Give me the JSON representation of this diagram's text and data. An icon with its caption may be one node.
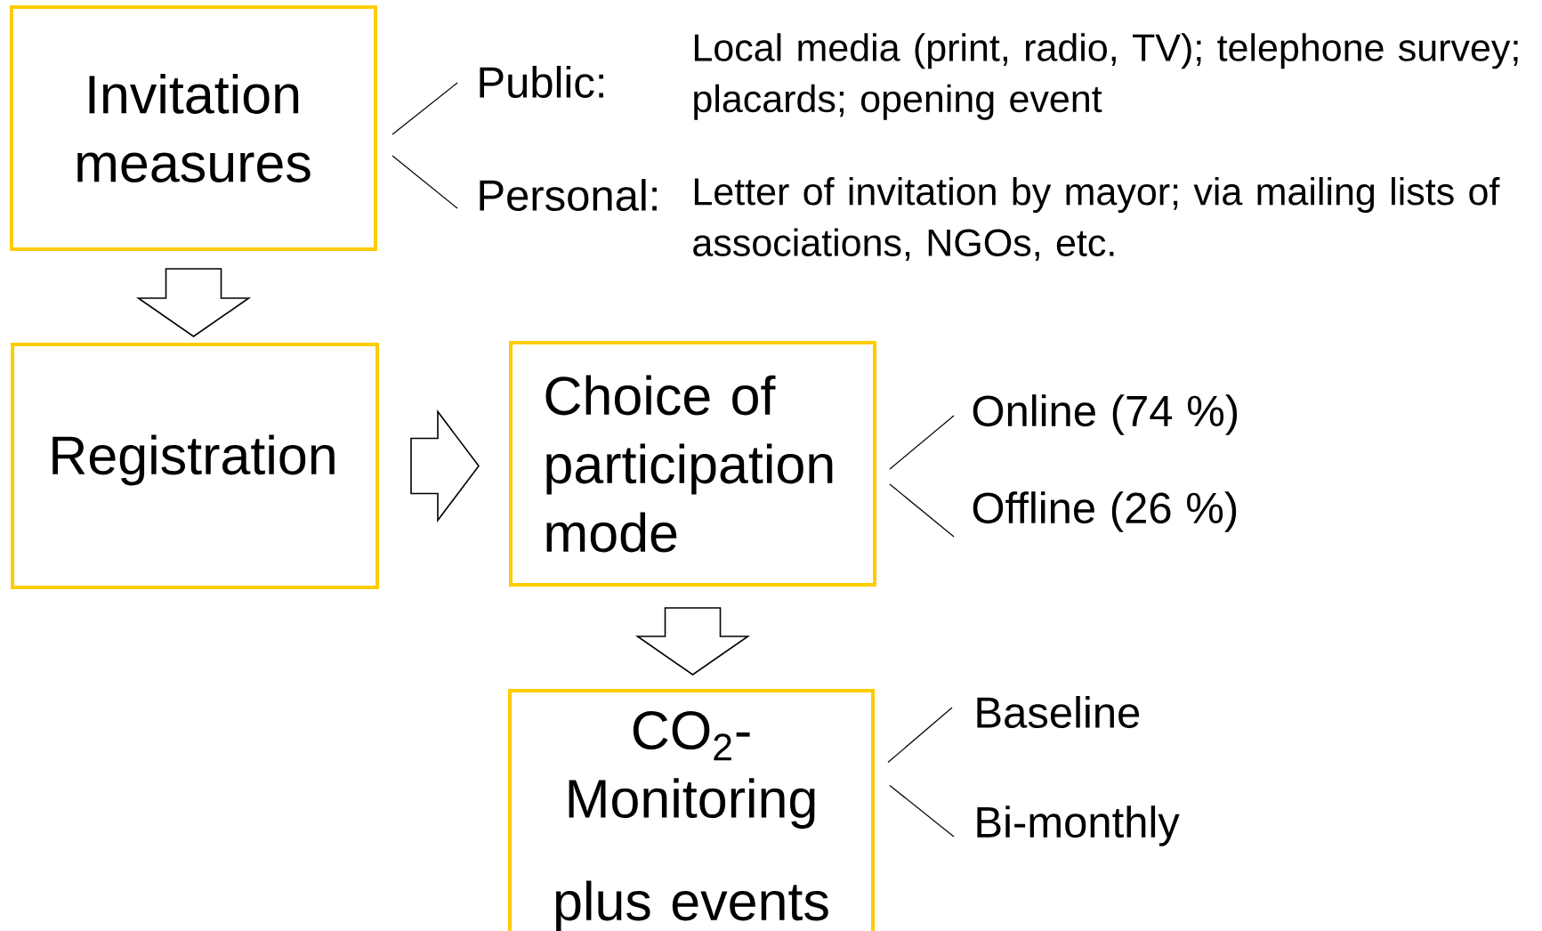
{
  "diagram": {
    "nodes": [
      {
        "text": [
          "Invitation measures"
        ]
      },
      {
        "text": [
          "Public:"
        ],
        "beside": [
          "Local media (print, radio, TV); telephone survey; placards; opening event"
        ]
      },
      {
        "text": [
          "Personal:"
        ],
        "beside": [
          "Letter of invitation by mayor; via mailing lists of associations, NGOs, etc."
        ]
      },
      {
        "text": [
          "Registration"
        ]
      },
      {
        "text": [
          "Choice of participation mode"
        ]
      },
      {
        "text": [
          "Online (74 %)"
        ]
      },
      {
        "text": [
          "Offline (26 %)"
        ]
      },
      {
        "text": [
          "CO$_{2}$- Monitoring",
          "plus events"
        ]
      },
      {
        "text": [
          "Baseline"
        ]
      },
      {
        "text": [
          "Bi-monthly"
        ]
      }
    ],
    "edges": [
      {
        "from": 0,
        "to": 1,
        "arrow": "none"
      },
      {
        "from": 0,
        "to": 2,
        "arrow": "none"
      },
      {
        "from": 0,
        "to": 3,
        "arrow": "to"
      },
      {
        "from": 3,
        "to": 4,
        "arrow": "to"
      },
      {
        "from": 4,
        "to": 5,
        "arrow": "none"
      },
      {
        "from": 4,
        "to": 6,
        "arrow": "none"
      },
      {
        "from": 4,
        "to": 7,
        "arrow": "to"
      },
      {
        "from": 7,
        "to": 8,
        "arrow": "none"
      },
      {
        "from": 7,
        "to": 9,
        "arrow": "none"
      }
    ]
  }
}
